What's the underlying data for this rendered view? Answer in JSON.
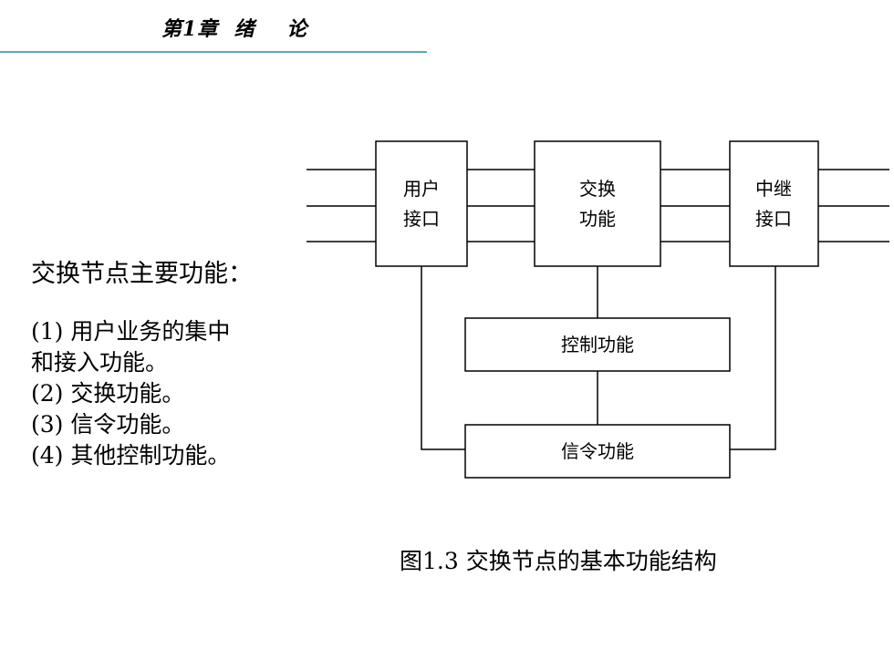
{
  "header": {
    "chapter_title": "第1章  绪    论"
  },
  "intro": {
    "title": "交换节点主要功能：",
    "points": [
      "(1) 用户业务的集中",
      "和接入功能。",
      "(2) 交换功能。",
      "(3) 信令功能。",
      "(4) 其他控制功能。"
    ]
  },
  "diagram": {
    "user_interface": [
      "用户",
      "接口"
    ],
    "switching": [
      "交换",
      "功能"
    ],
    "trunk_interface": [
      "中继",
      "接口"
    ],
    "control": "控制功能",
    "signaling": "信令功能",
    "caption": "图1.3  交换节点的基本功能结构"
  },
  "colors": {
    "header_rule": "#5aa7c2"
  }
}
